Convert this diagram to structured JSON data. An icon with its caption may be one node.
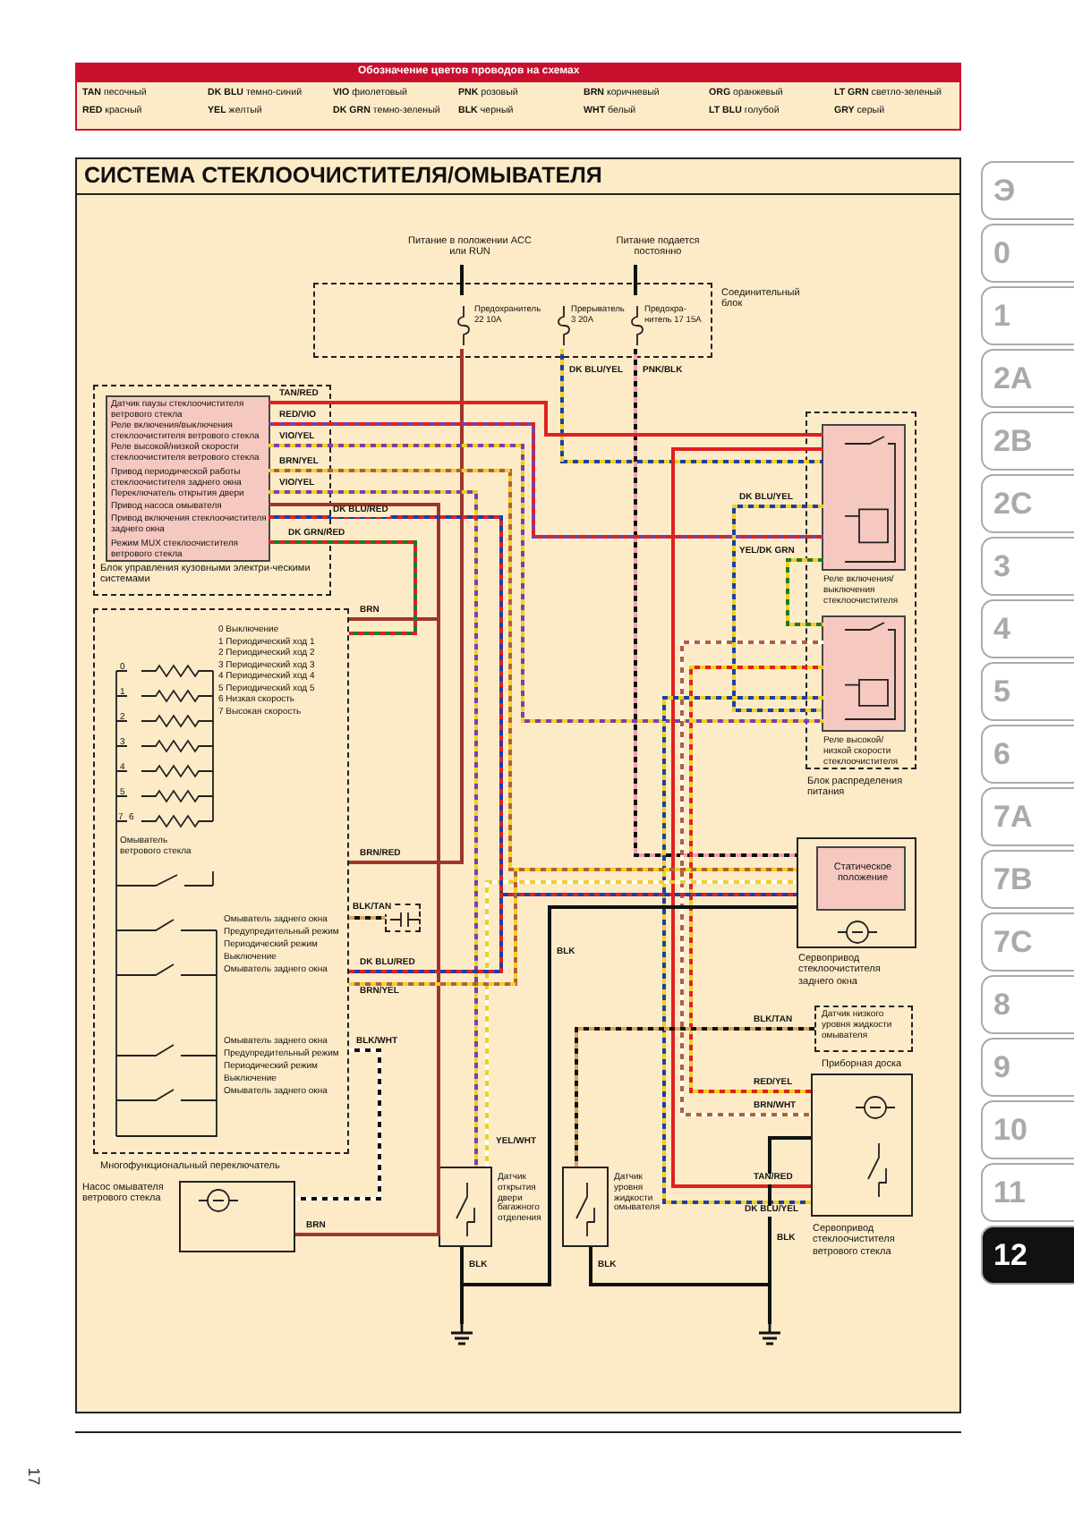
{
  "diagram": {
    "title": "СИСТЕМА СТЕКЛООЧИСТИТЕЛЯ/ОМЫВАТЕЛЯ",
    "nodes": [
      {
        "text": [
          "Соединительный блок"
        ]
      },
      {
        "text": [
          "Предохранитель 22 10A"
        ],
        "in": 0
      },
      {
        "text": [
          "Прерыватель 3 20A"
        ],
        "in": 0
      },
      {
        "text": [
          "Предохра-нитель 17 15A"
        ],
        "in": 0
      },
      {
        "text": [
          "Питание в положении ACC или RUN"
        ]
      },
      {
        "text": [
          "Питание подается постоянно"
        ]
      },
      {
        "text": [
          "Блок управления кузовными электри-ческими системами"
        ]
      },
      {
        "text": [
          "Датчик паузы стеклоочистителя ветрового стекла",
          "Реле включения/выключения стеклоочистителя ветрового стекла",
          "Реле высокой/низкой скорости стеклоочистителя ветрового стекла",
          "Привод периодической работы стеклоочистителя заднего окна",
          "Переключатель открытия двери",
          "Привод насоса омывателя",
          "Привод включения стеклоочистителя заднего окна",
          "Режим MUX стеклоочистителя ветрового стекла"
        ],
        "in": 6
      },
      {
        "text": [
          "Многофункциональный переключатель"
        ]
      },
      {
        "text": [],
        "shape": "box"
      },
      {
        "text": [
          "Насос омывателя ветрового стекла"
        ]
      },
      {
        "text": [
          "Датчик открытия двери багажного отделения"
        ]
      },
      {
        "text": [
          "Датчик уровня жидкости омывателя"
        ]
      },
      {
        "text": [
          "Блок распределения питания"
        ]
      },
      {
        "text": [
          "Реле включения/выключения стеклоочистителя"
        ],
        "in": 13
      },
      {
        "text": [
          "Реле высокой/низкой скорости стеклоочистителя"
        ],
        "in": 13
      },
      {
        "text": [
          "Сервопривод стеклоочистителя заднего окна"
        ]
      },
      {
        "text": [
          "Статическое положение"
        ],
        "in": 16
      },
      {
        "text": [
          "Датчик низкого уровня жидкости омывателя"
        ],
        "beside": [
          "Приборная доска"
        ]
      },
      {
        "text": [
          "Сервопривод стеклоочистителя ветрового стекла"
        ]
      },
      {
        "text": [],
        "shape": "ground"
      },
      {
        "text": [],
        "shape": "ground"
      }
    ],
    "edges": [
      {
        "from": 4,
        "to": 1,
        "arrow": "none"
      },
      {
        "from": 5,
        "to": 3,
        "arrow": "none"
      },
      {
        "from": 1,
        "to": 8,
        "label": "BRN/RED",
        "arrow": "none",
        "color": "#a0352a"
      },
      {
        "from": 2,
        "to": 14,
        "label": "DK BLU/YEL",
        "arrow": "none",
        "color": "#1a3fa8"
      },
      {
        "from": 3,
        "to": 16,
        "label": "PNK/BLK",
        "arrow": "none",
        "color": "#f2a0b0"
      },
      {
        "from": 7,
        "to": 14,
        "label": "TAN/RED",
        "arrow": "none",
        "color": "#e02020"
      },
      {
        "from": 7,
        "to": 14,
        "label": "RED/VIO",
        "arrow": "none",
        "color": "#e02020"
      },
      {
        "from": 7,
        "to": 15,
        "label": "VIO/YEL",
        "arrow": "none",
        "color": "#7a3fb0"
      },
      {
        "from": 14,
        "to": 15,
        "label": "YEL/DK GRN",
        "arrow": "none",
        "color": "#f0d020"
      },
      {
        "from": 14,
        "to": 19,
        "label": "TAN/RED",
        "arrow": "none",
        "color": "#e02020"
      },
      {
        "from": 15,
        "to": 19,
        "label": "BRN/WHT",
        "arrow": "none",
        "color": "#b06040"
      },
      {
        "from": 15,
        "to": 19,
        "label": "RED/YEL",
        "arrow": "none",
        "color": "#e02020"
      },
      {
        "from": 15,
        "to": 19,
        "label": "DK BLU/YEL",
        "arrow": "none",
        "color": "#1a3fa8"
      },
      {
        "from": 14,
        "to": 15,
        "label": "DK BLU/YEL",
        "arrow": "none",
        "color": "#1a3fa8"
      },
      {
        "from": 7,
        "to": 16,
        "label": "BRN/YEL",
        "arrow": "none",
        "color": "#b06040"
      },
      {
        "from": 7,
        "to": 11,
        "label": "VIO/YEL",
        "arrow": "none",
        "color": "#7a3fb0"
      },
      {
        "from": 11,
        "to": 16,
        "label": "YEL/WHT",
        "arrow": "none",
        "color": "#f0d020"
      },
      {
        "from": 7,
        "to": 8,
        "label": "BRN",
        "arrow": "none",
        "color": "#a0352a"
      },
      {
        "from": 7,
        "to": 10,
        "label": "BRN",
        "arrow": "none",
        "color": "#a0352a"
      },
      {
        "from": 7,
        "to": 16,
        "label": "DK BLU/RED",
        "arrow": "none",
        "color": "#1a3fa8"
      },
      {
        "from": 8,
        "to": 16,
        "label": "DK BLU/RED",
        "arrow": "none",
        "color": "#1a3fa8"
      },
      {
        "from": 8,
        "to": 16,
        "label": "BRN/YEL",
        "arrow": "none",
        "color": "#b06040"
      },
      {
        "from": 7,
        "to": 8,
        "label": "DK GRN/RED",
        "arrow": "none",
        "color": "#1f7a2a"
      },
      {
        "from": 8,
        "to": 10,
        "label": "BLK/WHT",
        "arrow": "none"
      },
      {
        "from": 8,
        "to": 9,
        "label": "BLK/TAN",
        "arrow": "none"
      },
      {
        "from": 12,
        "to": 18,
        "label": "BLK/TAN",
        "arrow": "none"
      },
      {
        "from": 19,
        "to": 21,
        "label": "BLK",
        "arrow": "none"
      },
      {
        "from": 11,
        "to": 20,
        "label": "BLK",
        "arrow": "none"
      },
      {
        "from": 16,
        "to": 20,
        "label": "BLK",
        "arrow": "none"
      },
      {
        "from": 12,
        "to": 21,
        "label": "BLK",
        "arrow": "none"
      }
    ],
    "labels": [
      "Обозначение цветов проводов на схемах",
      "**TAN** песочный",
      "**DK BLU** темно-синий",
      "**VIO** фиолетовый",
      "**PNK** розовый",
      "**BRN** коричневый",
      "**ORG** оранжевый",
      "**LT GRN** светло-зеленый",
      "**RED** красный",
      "**YEL** желтый",
      "**DK GRN** темно-зеленый",
      "**BLK** черный",
      "**WHT** белый",
      "**LT BLU** голубой",
      "**GRY** серый",
      "0 Выключение",
      "1 Периодический ход 1",
      "2 Периодический ход 2",
      "3 Периодический ход 3",
      "4 Периодический ход 4",
      "5 Периодический ход 5",
      "6 Низкая скорость",
      "7 Высокая скорость",
      "Омыватель ветрового стекла",
      "Омыватель заднего окна",
      "Предупредительный режим",
      "Периодический режим",
      "Выключение",
      "Омыватель заднего окна",
      "Омыватель заднего окна",
      "Предупредительный режим",
      "Периодический режим",
      "Выключение",
      "Омыватель заднего окна",
      "0",
      "1",
      "2",
      "3",
      "4",
      "5",
      "7",
      "6",
      "Э",
      "0",
      "1",
      "2A",
      "2B",
      "2C",
      "3",
      "4",
      "5",
      "6",
      "7A",
      "7B",
      "7C",
      "8",
      "9",
      "10",
      "11",
      "12",
      "17"
    ]
  }
}
